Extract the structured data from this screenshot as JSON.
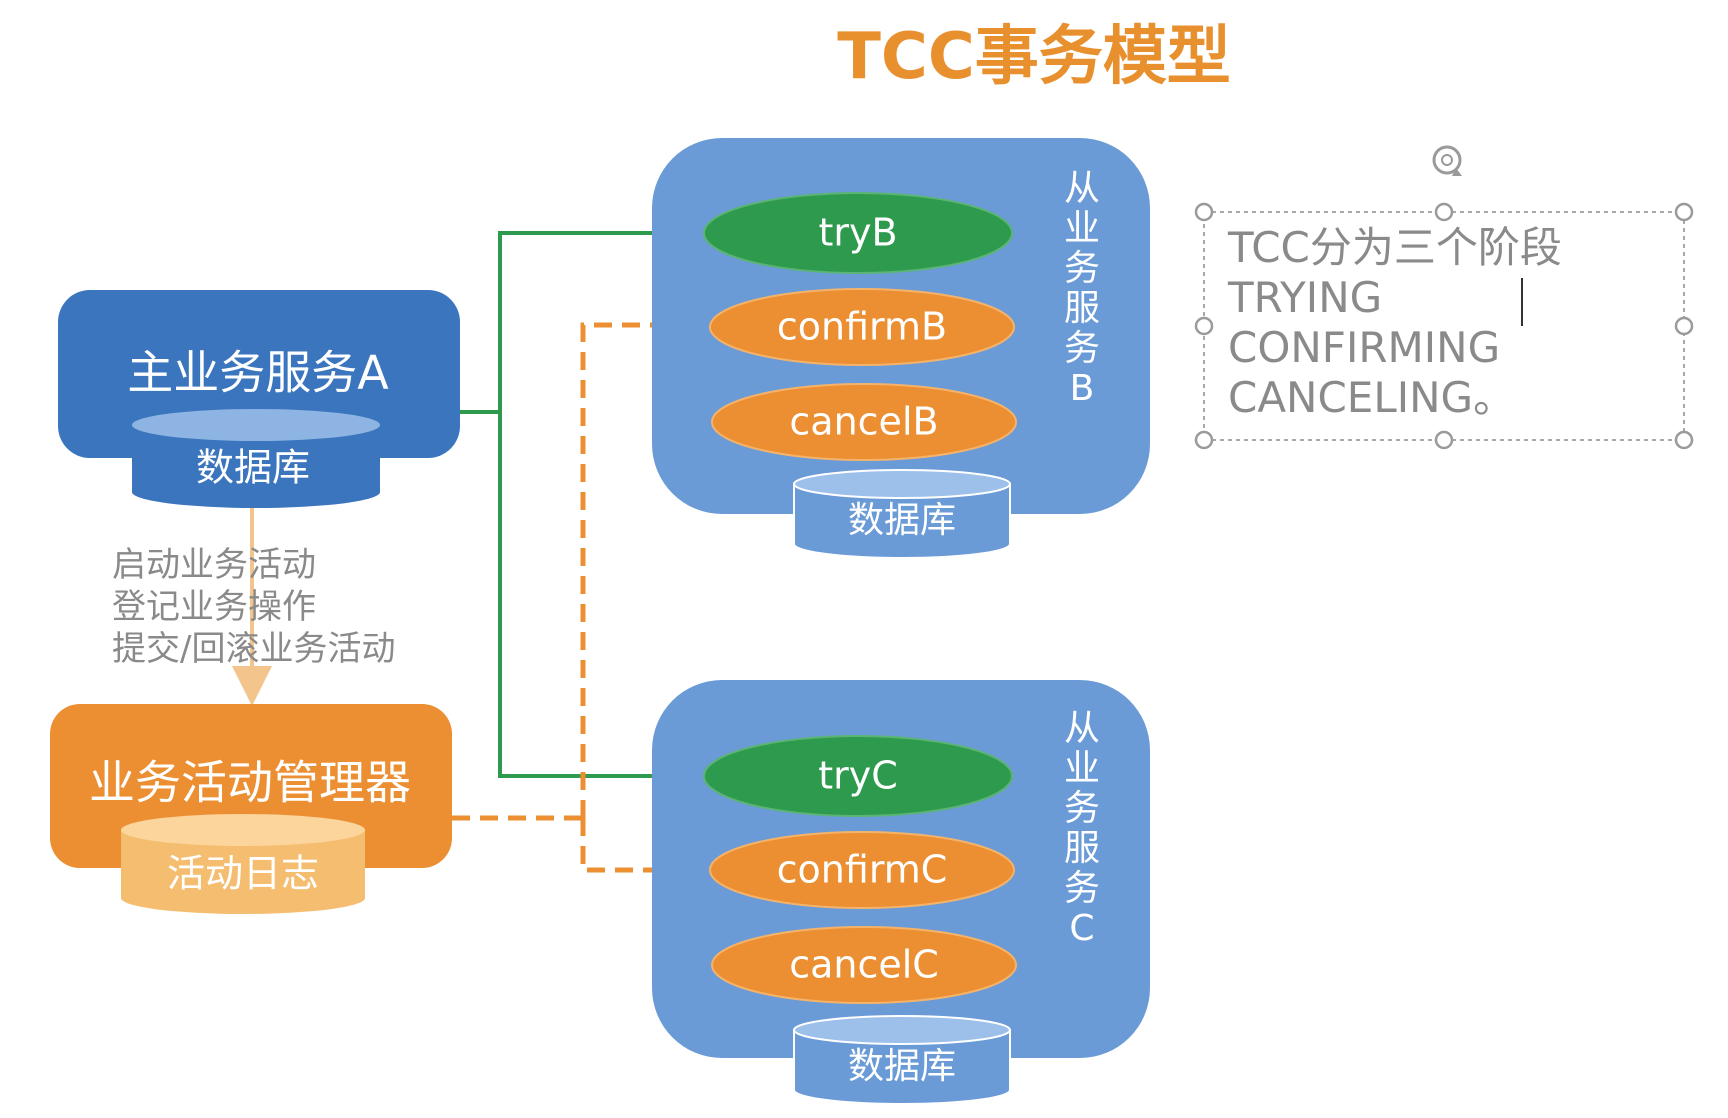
{
  "title": "TCC事务模型",
  "main_service": {
    "label": "主业务服务A",
    "db_label": "数据库"
  },
  "activity_manager": {
    "label": "业务活动管理器",
    "log_label": "活动日志"
  },
  "annotation_lines": [
    "启动业务活动",
    "登记业务操作",
    "提交/回滚业务活动"
  ],
  "service_b": {
    "vertical_label": "从业务服务B",
    "try_label": "tryB",
    "confirm_label": "confirmB",
    "cancel_label": "cancelB",
    "db_label": "数据库"
  },
  "service_c": {
    "vertical_label": "从业务服务C",
    "try_label": "tryC",
    "confirm_label": "confirmC",
    "cancel_label": "cancelC",
    "db_label": "数据库"
  },
  "note_box": {
    "lines": [
      "TCC分为三个阶段",
      "TRYING",
      "CONFIRMING",
      "CANCELING。"
    ]
  },
  "colors": {
    "title": "#e8902e",
    "blue_dark": "#3a75bd",
    "blue_light": "#6a9bd6",
    "orange": "#ec8f33",
    "orange_light": "#f5bd6f",
    "green": "#2e9a4e",
    "note_text": "#8a8a8a"
  }
}
